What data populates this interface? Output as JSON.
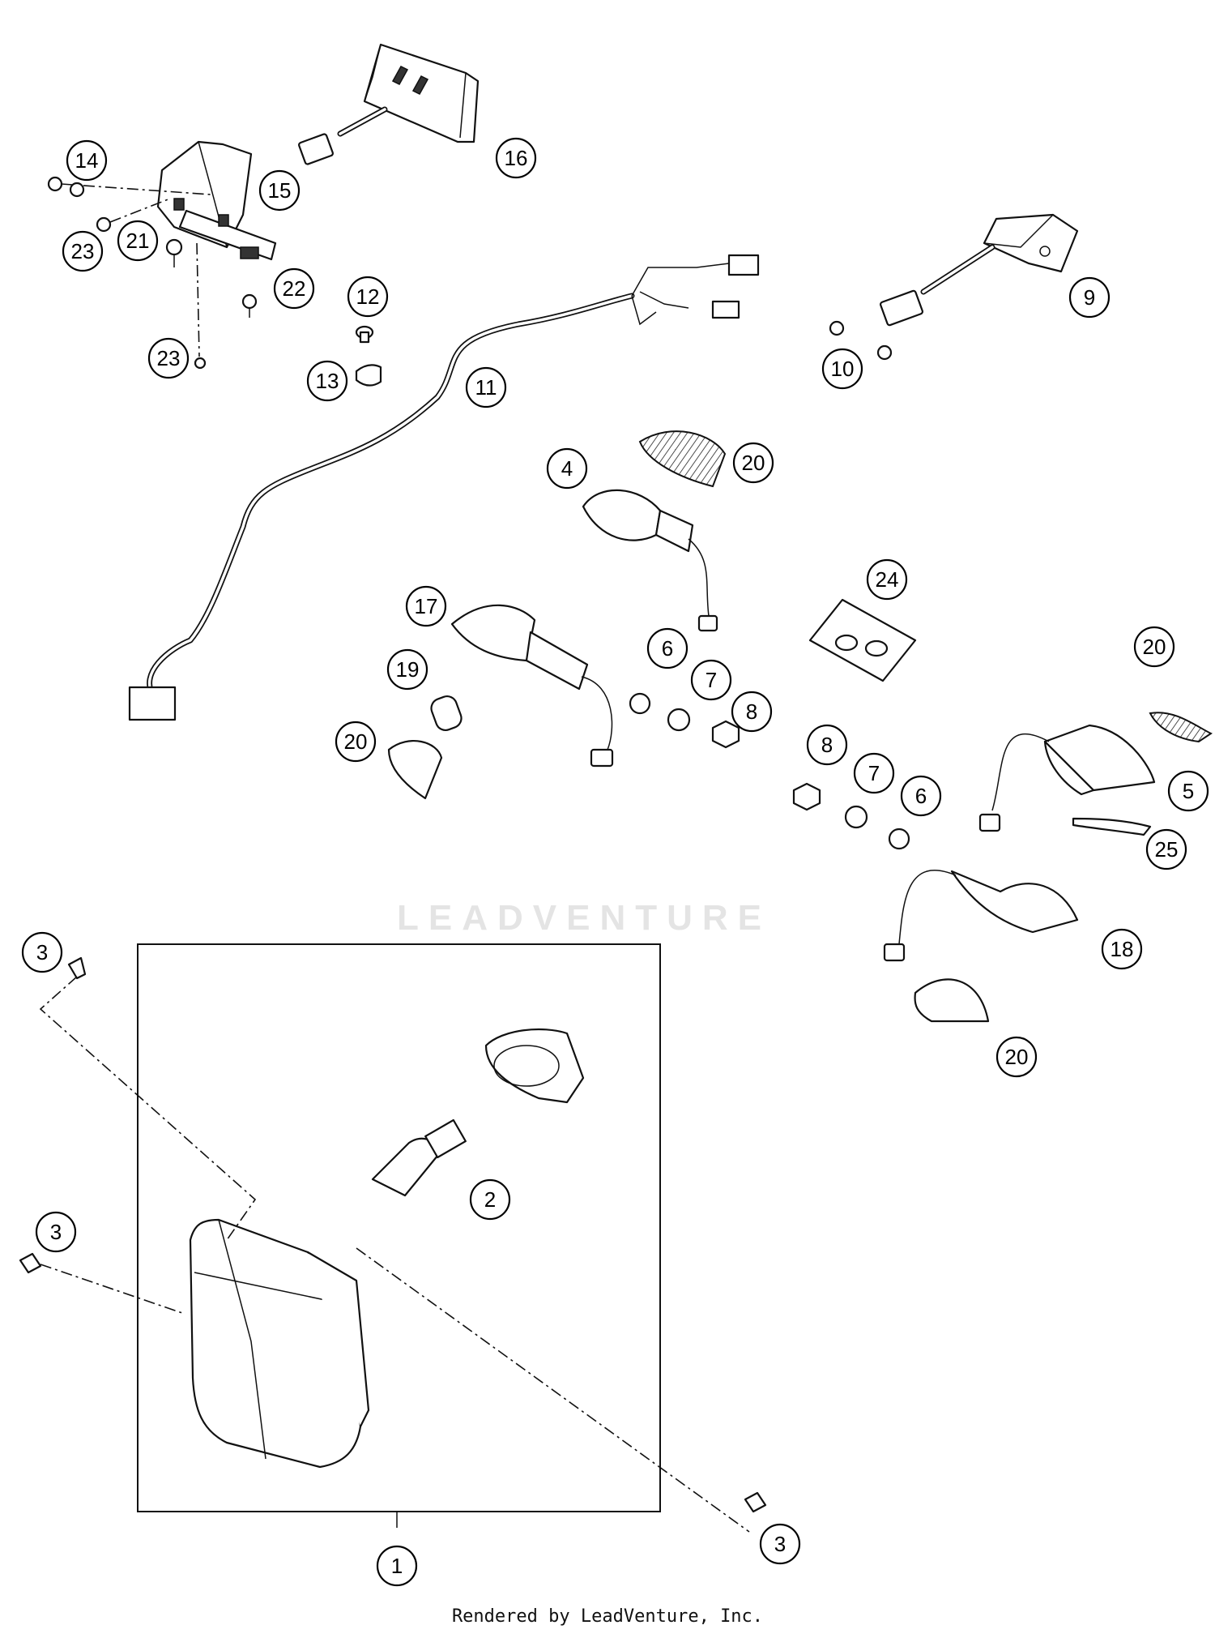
{
  "watermark": {
    "brand": "LEADVENTURE"
  },
  "footer": {
    "text": "Rendered by LeadVenture, Inc."
  },
  "callouts": [
    {
      "id": "c14",
      "label": "14"
    },
    {
      "id": "c15",
      "label": "15"
    },
    {
      "id": "c16",
      "label": "16"
    },
    {
      "id": "c23a",
      "label": "23"
    },
    {
      "id": "c21",
      "label": "21"
    },
    {
      "id": "c22",
      "label": "22"
    },
    {
      "id": "c12",
      "label": "12"
    },
    {
      "id": "c23b",
      "label": "23"
    },
    {
      "id": "c13",
      "label": "13"
    },
    {
      "id": "c11",
      "label": "11"
    },
    {
      "id": "c9",
      "label": "9"
    },
    {
      "id": "c10",
      "label": "10"
    },
    {
      "id": "c4",
      "label": "4"
    },
    {
      "id": "c20a",
      "label": "20"
    },
    {
      "id": "c24",
      "label": "24"
    },
    {
      "id": "c17",
      "label": "17"
    },
    {
      "id": "c6a",
      "label": "6"
    },
    {
      "id": "c19",
      "label": "19"
    },
    {
      "id": "c7a",
      "label": "7"
    },
    {
      "id": "c8a",
      "label": "8"
    },
    {
      "id": "c20b",
      "label": "20"
    },
    {
      "id": "c20c",
      "label": "20"
    },
    {
      "id": "c8b",
      "label": "8"
    },
    {
      "id": "c7b",
      "label": "7"
    },
    {
      "id": "c6b",
      "label": "6"
    },
    {
      "id": "c5",
      "label": "5"
    },
    {
      "id": "c25",
      "label": "25"
    },
    {
      "id": "c18",
      "label": "18"
    },
    {
      "id": "c3a",
      "label": "3"
    },
    {
      "id": "c20d",
      "label": "20"
    },
    {
      "id": "c2",
      "label": "2"
    },
    {
      "id": "c3b",
      "label": "3"
    },
    {
      "id": "c3c",
      "label": "3"
    },
    {
      "id": "c1",
      "label": "1"
    }
  ]
}
